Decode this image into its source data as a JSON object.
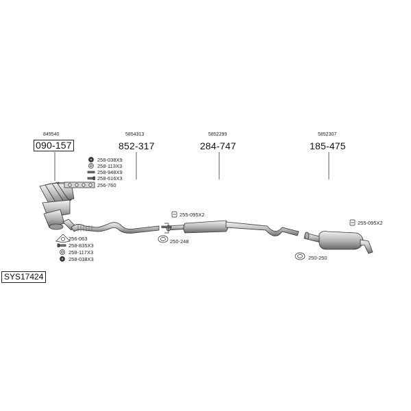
{
  "diagram": {
    "system_id": "SYS17424",
    "groups": [
      {
        "ref": "849540",
        "number": "090-157",
        "boxed": true
      },
      {
        "ref": "5854313",
        "number": "852-317",
        "boxed": false
      },
      {
        "ref": "5852299",
        "number": "284-747",
        "boxed": false
      },
      {
        "ref": "5852307",
        "number": "185-475",
        "boxed": false
      }
    ],
    "manifold_parts": [
      "258-038X9",
      "258-113X3",
      "258-948X9",
      "258-616X3",
      "256-760"
    ],
    "front_parts": [
      "256-063",
      "258-835X3",
      "258-117X3",
      "258-038X3"
    ],
    "middle_parts": {
      "clamp_set": "255-095X2",
      "gasket": "250-248"
    },
    "rear_parts": {
      "clamp_set": "255-095X2",
      "gasket": "250-250"
    }
  }
}
